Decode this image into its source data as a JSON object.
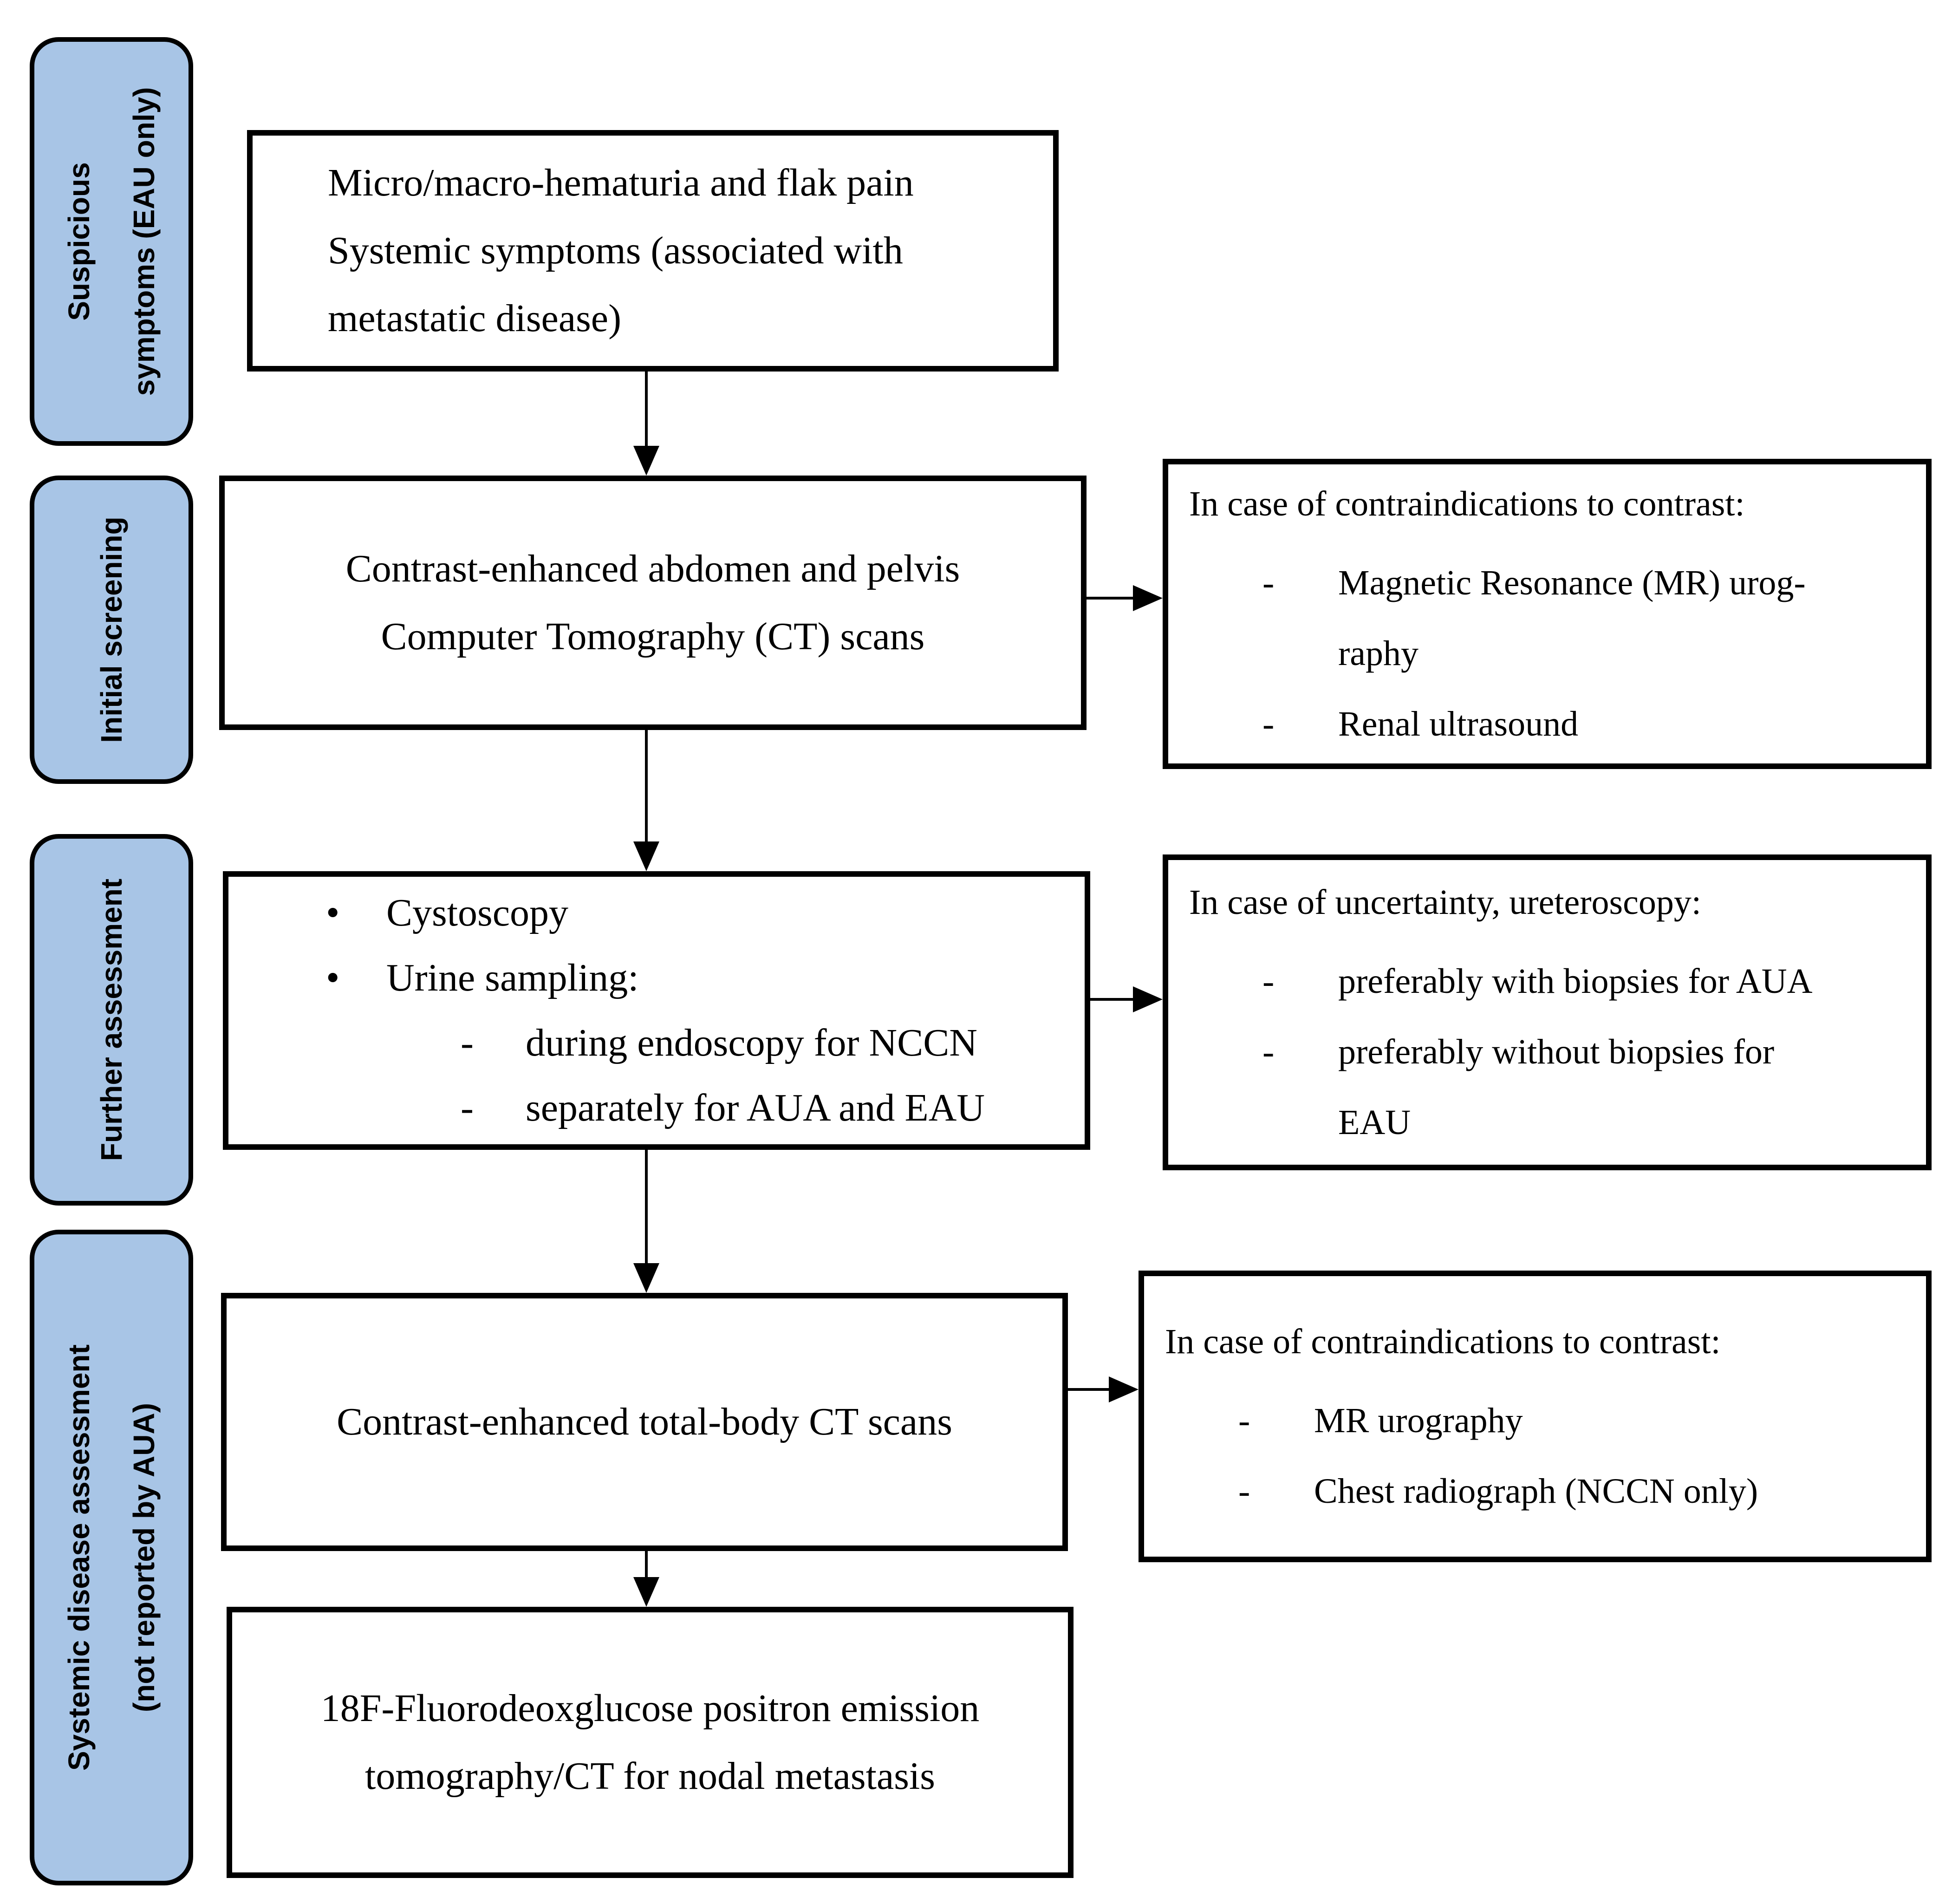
{
  "colors": {
    "stage_fill": "#a8c5e6",
    "box_fill": "#ffffff",
    "line": "#000000"
  },
  "stages": [
    {
      "label_lines": [
        "Suspicious",
        "symptoms (EAU only)"
      ]
    },
    {
      "label_lines": [
        "Initial screening"
      ]
    },
    {
      "label_lines": [
        "Further assessment"
      ]
    },
    {
      "label_lines": [
        "Systemic disease assessment",
        "(not reported by AUA)"
      ]
    }
  ],
  "flow_boxes": {
    "symptoms": {
      "lines": [
        "Micro/macro-hematuria and flak pain",
        "Systemic symptoms (associated with",
        "metastatic disease)"
      ]
    },
    "initial_ct": {
      "lines": [
        "Contrast-enhanced abdomen and pelvis",
        "Computer Tomography (CT) scans"
      ]
    },
    "further_assessment": {
      "rows": [
        {
          "marker": "•",
          "text": "Cystoscopy"
        },
        {
          "marker": "•",
          "text": "Urine sampling:"
        },
        {
          "marker": "-",
          "text": "during endoscopy for NCCN"
        },
        {
          "marker": "-",
          "text": "separately for AUA and EAU"
        }
      ]
    },
    "total_body_ct": {
      "lines": [
        "Contrast-enhanced total-body CT scans"
      ]
    },
    "pet_ct": {
      "lines": [
        "18F-Fluorodeoxglucose positron emission",
        "tomography/CT for nodal metastasis"
      ]
    }
  },
  "side_boxes": [
    {
      "header": "In case of contraindications to contrast:",
      "rows": [
        {
          "marker": "-",
          "text": "Magnetic Resonance (MR) urog-"
        },
        {
          "marker": "",
          "text": "raphy"
        },
        {
          "marker": "-",
          "text": "Renal ultrasound"
        }
      ]
    },
    {
      "header": "In case of uncertainty, ureteroscopy:",
      "rows": [
        {
          "marker": "-",
          "text": "preferably with biopsies for AUA"
        },
        {
          "marker": "-",
          "text": "preferably without biopsies for"
        },
        {
          "marker": "",
          "text": "EAU"
        }
      ]
    },
    {
      "header": "In case of contraindications to contrast:",
      "rows": [
        {
          "marker": "-",
          "text": "MR urography"
        },
        {
          "marker": "-",
          "text": "Chest radiograph (NCCN only)"
        }
      ]
    }
  ]
}
